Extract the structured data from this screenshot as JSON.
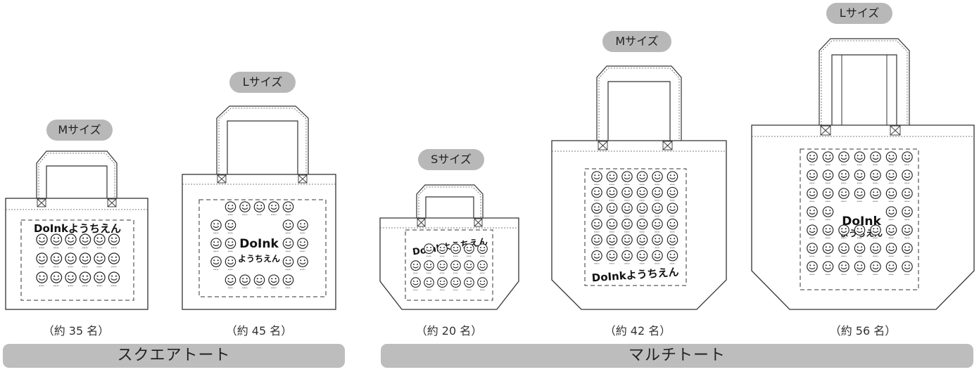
{
  "bags": [
    {
      "size": "Mサイズ",
      "count": "（約 35 名）"
    },
    {
      "size": "Lサイズ",
      "count": "（約 45 名）"
    },
    {
      "size": "Sサイズ",
      "count": "（約 20 名）"
    },
    {
      "size": "Mサイズ",
      "count": "（約 42 名）"
    },
    {
      "size": "Lサイズ",
      "count": "（約 56 名）"
    }
  ],
  "groups": [
    {
      "label": "スクエアトート"
    },
    {
      "label": "マルチトート"
    }
  ],
  "artwork": {
    "logo": "DoInkようちえん",
    "logo_short": "DoInk",
    "logo_kana": "ようちえん"
  }
}
